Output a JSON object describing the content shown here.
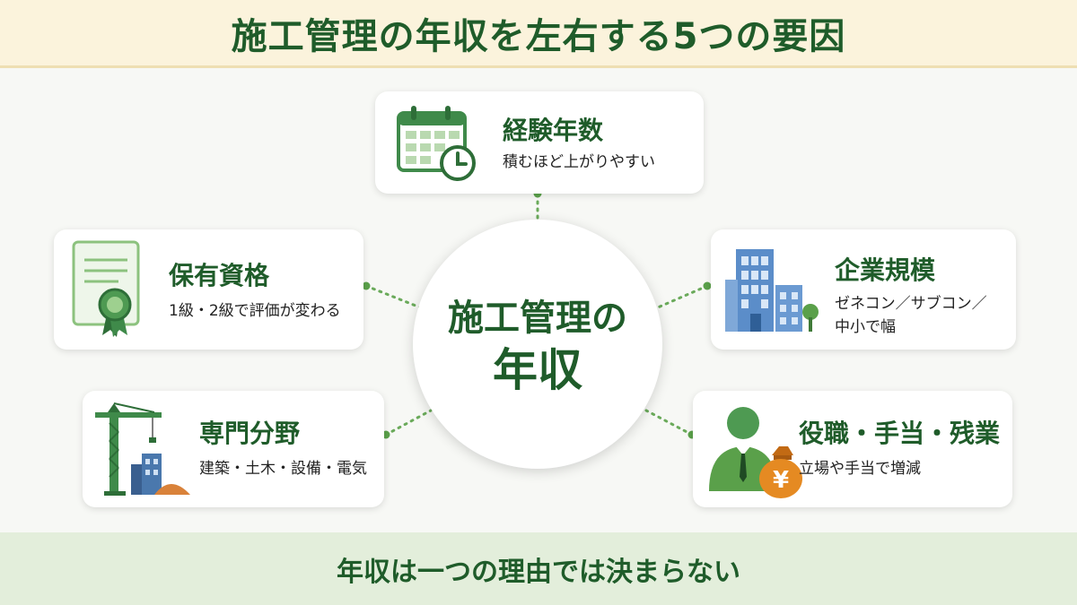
{
  "header": {
    "title": "施工管理の年収を左右する5つの要因"
  },
  "hub": {
    "line1": "施工管理の",
    "line2": "年収"
  },
  "factors": {
    "experience": {
      "title": "経験年数",
      "desc": "積むほど上がりやすい",
      "icon": "calendar-clock-icon"
    },
    "qualification": {
      "title": "保有資格",
      "desc": "1級・2級で評価が変わる",
      "icon": "certificate-icon"
    },
    "company": {
      "title": "企業規模",
      "desc_line1": "ゼネコン／サブコン／",
      "desc_line2": "中小で幅",
      "icon": "office-building-icon"
    },
    "specialty": {
      "title": "専門分野",
      "desc": "建築・土木・設備・電気",
      "icon": "construction-crane-icon"
    },
    "position": {
      "title": "役職・手当・残業",
      "desc": "立場や手当で増減",
      "icon": "businessman-yen-bag-icon",
      "currency_symbol": "¥"
    }
  },
  "footer": {
    "text": "年収は一つの理由では決まらない"
  },
  "colors": {
    "brand_green": "#1f5c2a",
    "light_green": "#e3eedb",
    "header_bg": "#fbf3dc",
    "building_blue": "#5b8dc9",
    "bag_orange": "#e58a22"
  }
}
